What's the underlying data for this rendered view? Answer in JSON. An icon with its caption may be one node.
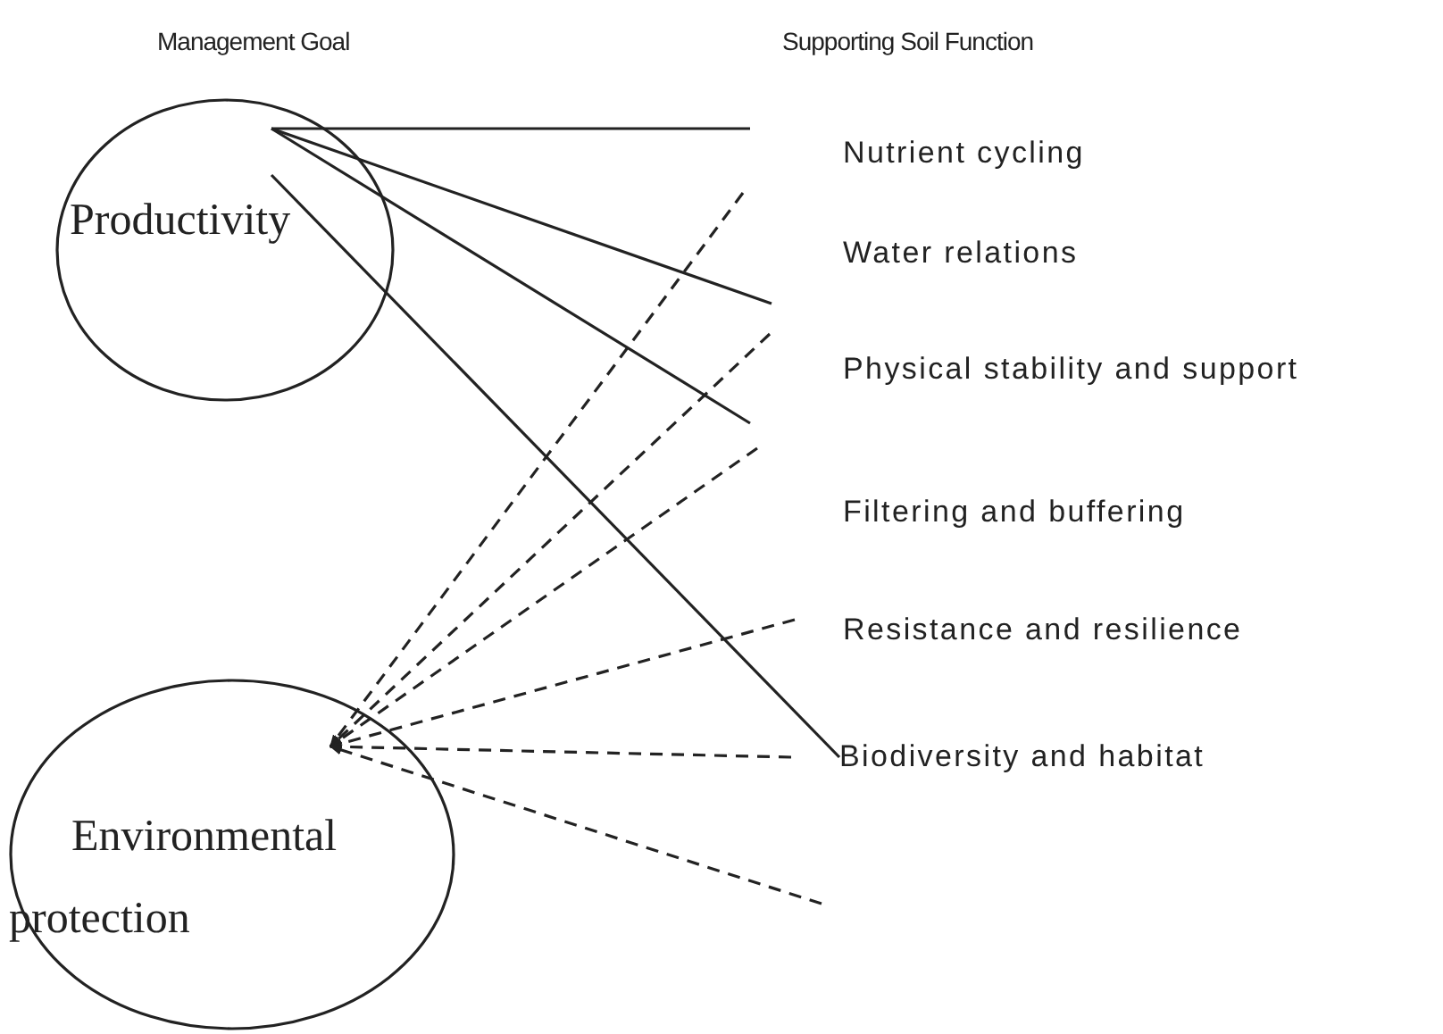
{
  "diagram": {
    "nodes": [
      {
        "text": [
          "Productivity"
        ]
      },
      {
        "text": [
          "Environmental protection"
        ]
      },
      {
        "text": [
          "Nutrient cycling"
        ]
      },
      {
        "text": [
          "Water relations"
        ]
      },
      {
        "text": [
          "Physical stability and support"
        ]
      },
      {
        "text": [
          "Filtering and buffering"
        ]
      },
      {
        "text": [
          "Resistance and resilience"
        ]
      },
      {
        "text": [
          "Biodiversity and habitat"
        ]
      }
    ],
    "edges": [
      {
        "from": 0,
        "to": null,
        "arrow": "none"
      },
      {
        "from": 0,
        "to": null,
        "arrow": "none"
      },
      {
        "from": 0,
        "to": null,
        "arrow": "none"
      },
      {
        "from": 0,
        "to": 7,
        "arrow": "none"
      },
      {
        "from": null,
        "to": 1,
        "arrow": "to",
        "style": "dashed"
      },
      {
        "from": null,
        "to": 1,
        "arrow": "to",
        "style": "dashed"
      },
      {
        "from": null,
        "to": 1,
        "arrow": "to",
        "style": "dashed"
      },
      {
        "from": null,
        "to": 1,
        "arrow": "to",
        "style": "dashed"
      },
      {
        "from": null,
        "to": 1,
        "arrow": "to",
        "style": "dashed"
      },
      {
        "from": null,
        "to": 1,
        "arrow": "to",
        "style": "dashed"
      }
    ],
    "labels": [
      "Management Goal",
      "Supporting Soil Function"
    ]
  }
}
